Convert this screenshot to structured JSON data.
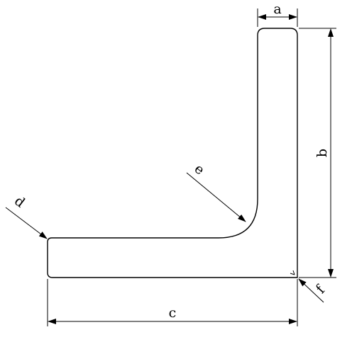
{
  "diagram": {
    "labels": {
      "a": "a",
      "b": "b",
      "c": "c",
      "d": "d",
      "e": "e",
      "f": "f"
    },
    "colors": {
      "line": "#000000",
      "background": "#ffffff"
    }
  }
}
